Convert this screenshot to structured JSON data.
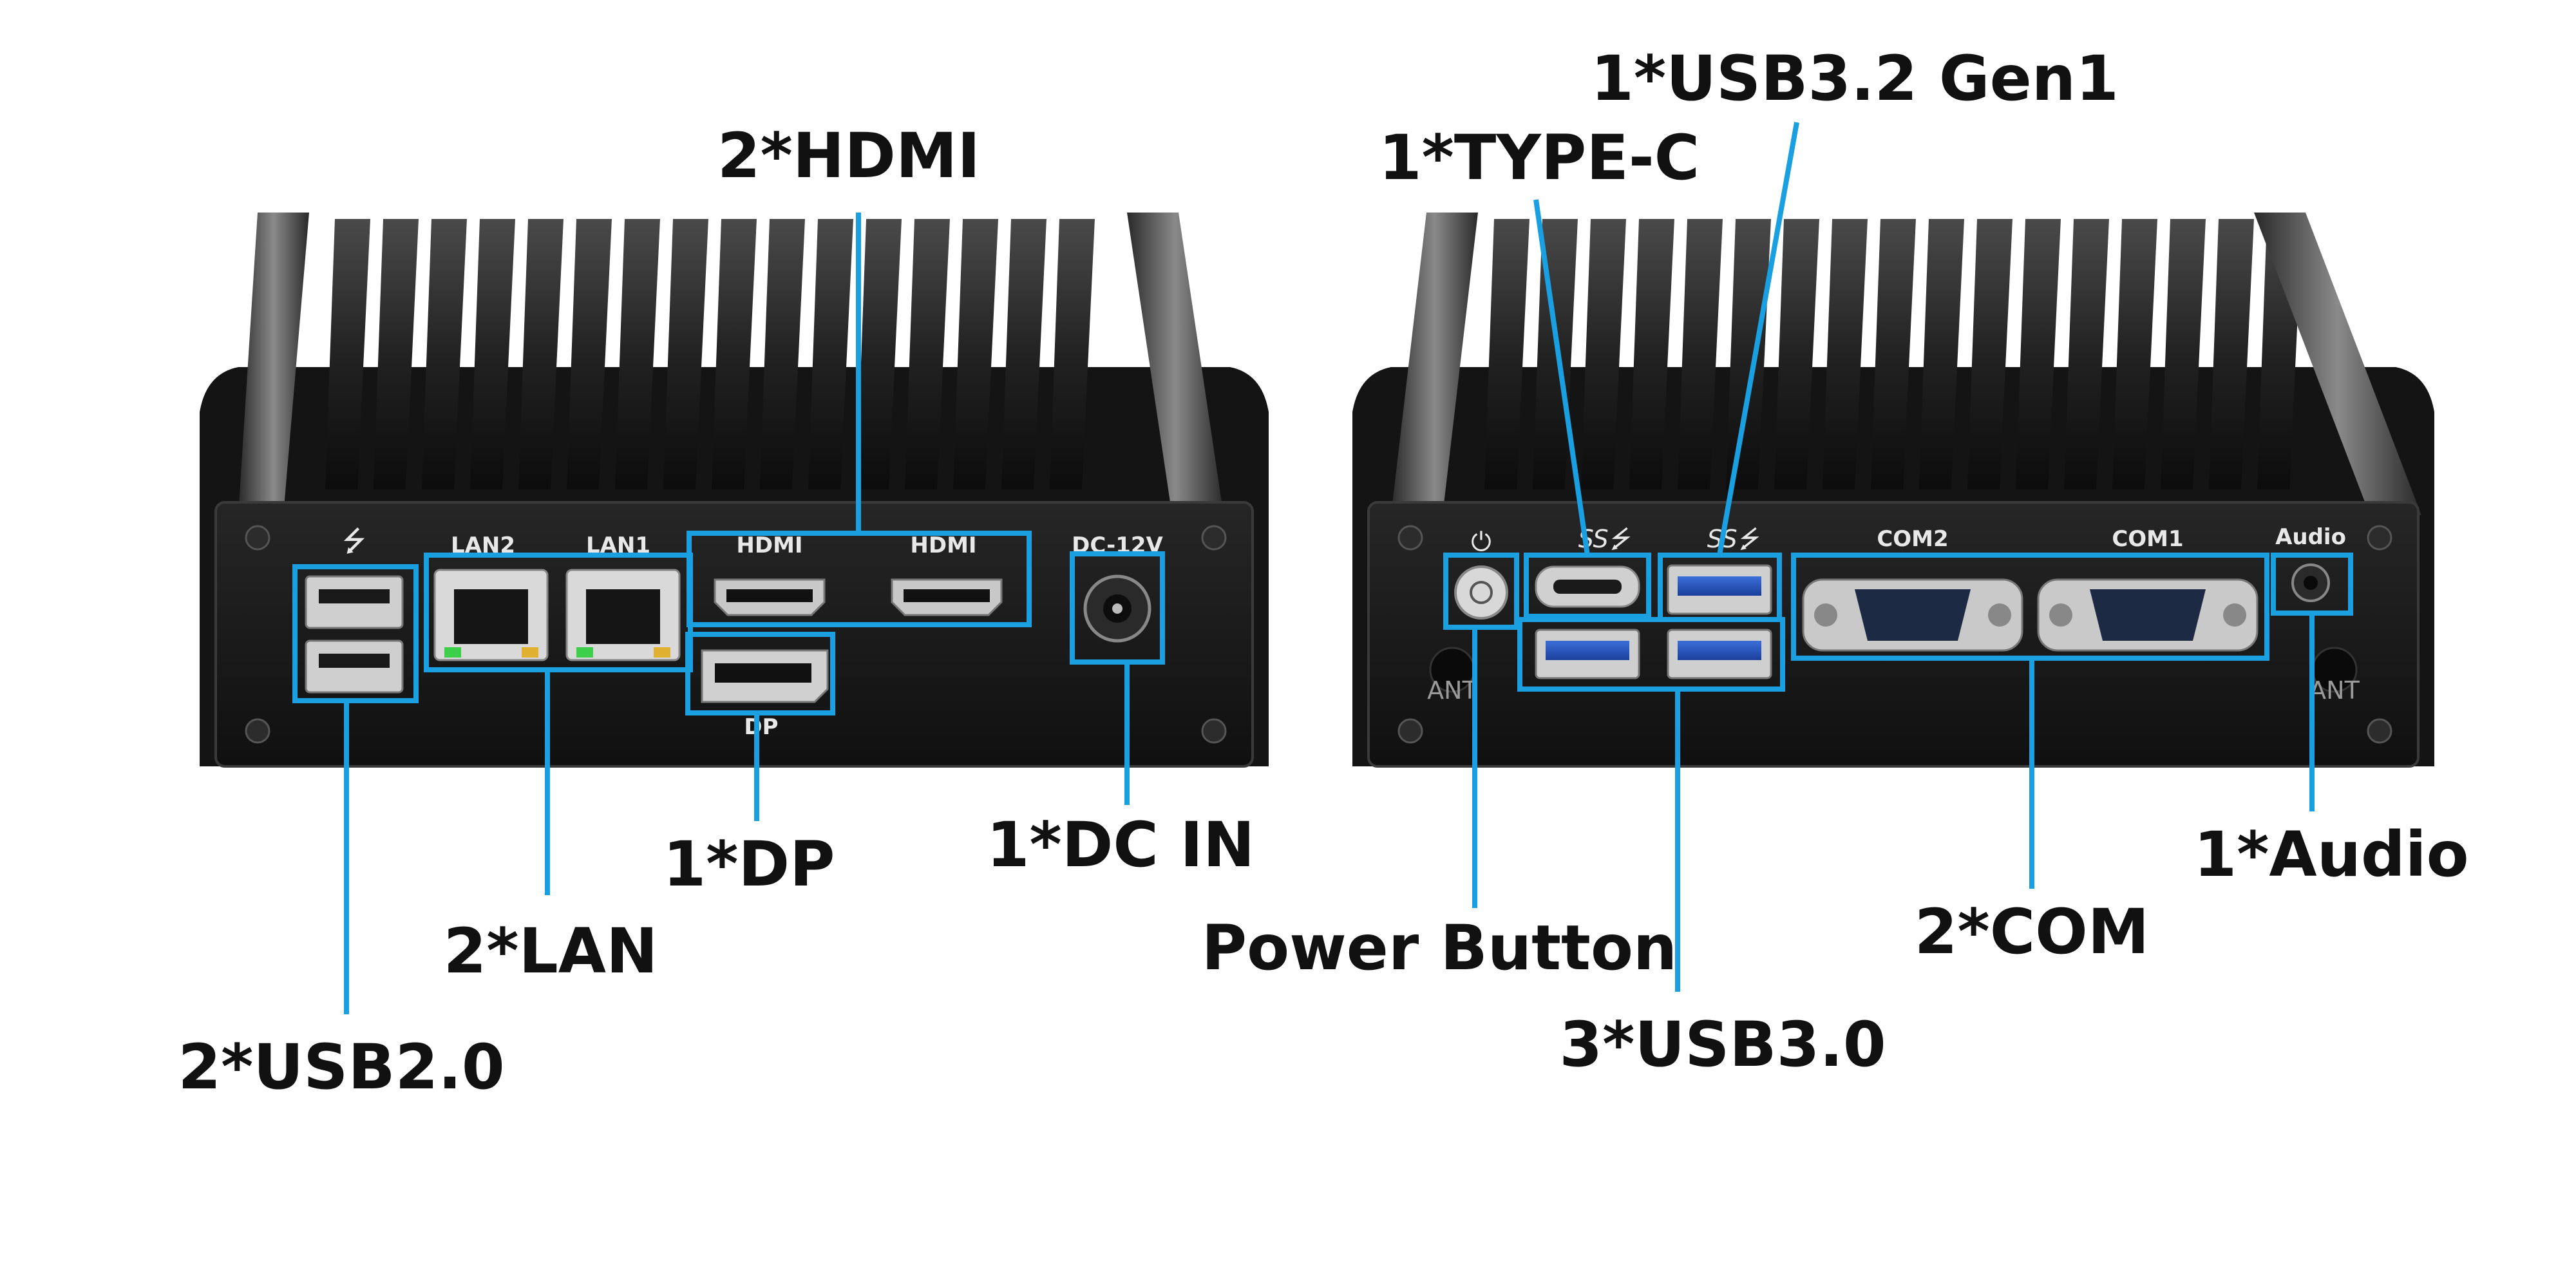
{
  "theme": {
    "accent": "#1aa0e0",
    "device_body": "#151515",
    "panel": "#1b1b1b",
    "background": "#ffffff"
  },
  "callouts": {
    "hdmi": "2*HDMI",
    "usb2": "2*USB2.0",
    "lan": "2*LAN",
    "dp": "1*DP",
    "dc_in": "1*DC IN",
    "type_c": "1*TYPE-C",
    "usb32": "1*USB3.2 Gen1",
    "power_button": "Power Button",
    "usb30": "3*USB3.0",
    "com": "2*COM",
    "audio": "1*Audio"
  },
  "panel_labels": {
    "lan2": "LAN2",
    "lan1": "LAN1",
    "hdmi_a": "HDMI",
    "hdmi_b": "HDMI",
    "dp": "DP",
    "dc": "DC-12V",
    "com2": "COM2",
    "com1": "COM1",
    "audio": "Audio",
    "ant_left": "ANT",
    "ant_right": "ANT"
  },
  "icons": [
    "usb-icon",
    "power-icon",
    "superspeed-usb-icon"
  ]
}
